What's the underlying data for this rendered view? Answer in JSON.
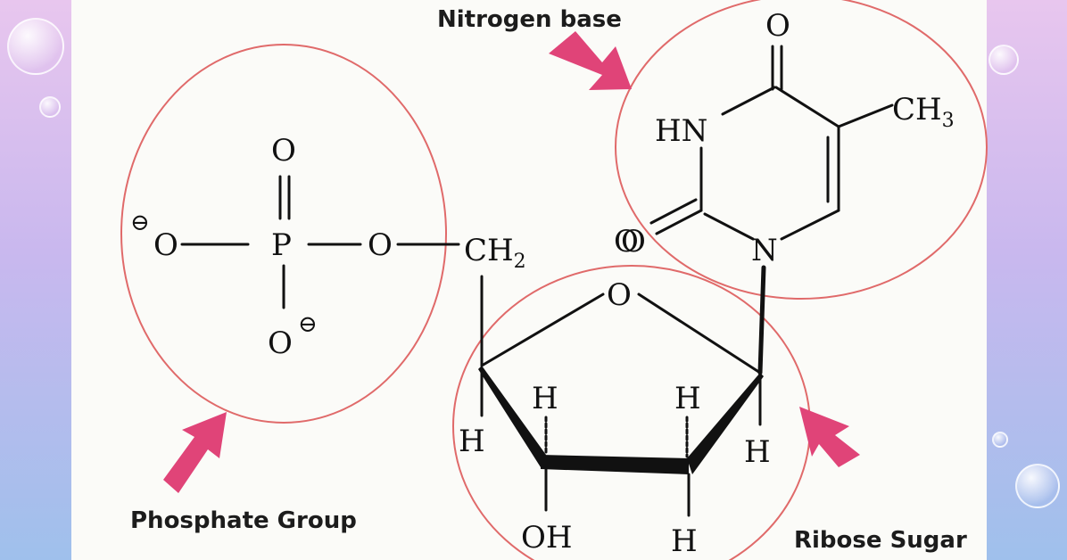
{
  "labels": {
    "nitrogen_base": "Nitrogen base",
    "phosphate_group": "Phosphate Group",
    "ribose_sugar": "Ribose Sugar"
  },
  "phosphate": {
    "o_top": "O",
    "o_left": "O",
    "p": "P",
    "o_right": "O",
    "o_bottom": "O",
    "minus": "⊖"
  },
  "sugar": {
    "ch2": "CH",
    "ch2_sub": "2",
    "ring_o": "O",
    "stray_o": "O",
    "h_c4": "H",
    "h_c3": "H",
    "h_c2": "H",
    "h_c1": "H",
    "oh": "OH",
    "h_bottom": "H"
  },
  "base": {
    "o_top": "O",
    "hn": "HN",
    "ch3": "CH",
    "ch3_sub": "3",
    "o_left": "O",
    "n": "N"
  },
  "colors": {
    "circle": "#e06a6a",
    "arrow": "#e04478",
    "background_top": "#e8c6ee",
    "background_bottom": "#9fc0ec"
  }
}
